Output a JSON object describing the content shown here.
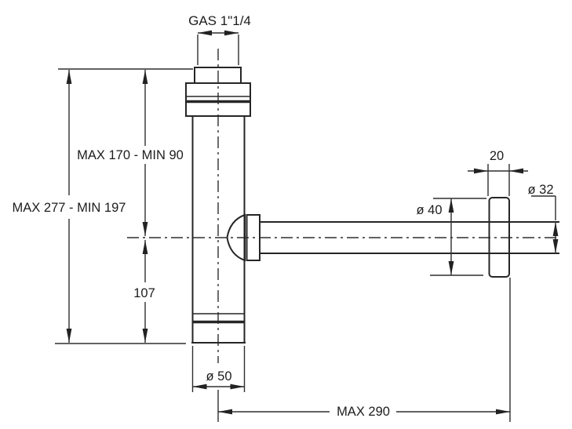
{
  "drawing": {
    "title": "bottle-trap-dimension-drawing",
    "labels": {
      "gas_thread": "GAS 1\"1/4",
      "overall_height": "MAX 277 - MIN 197",
      "upper_height": "MAX 170 - MIN 90",
      "lower_height": "107",
      "cup_diameter": "ø 50",
      "horizontal_reach": "MAX 290",
      "flange_depth": "20",
      "flange_diameter": "ø 40",
      "outlet_diameter": "ø 32"
    },
    "colors": {
      "background": "#ffffff",
      "line": "#262626",
      "text": "#1d1d1d"
    }
  }
}
